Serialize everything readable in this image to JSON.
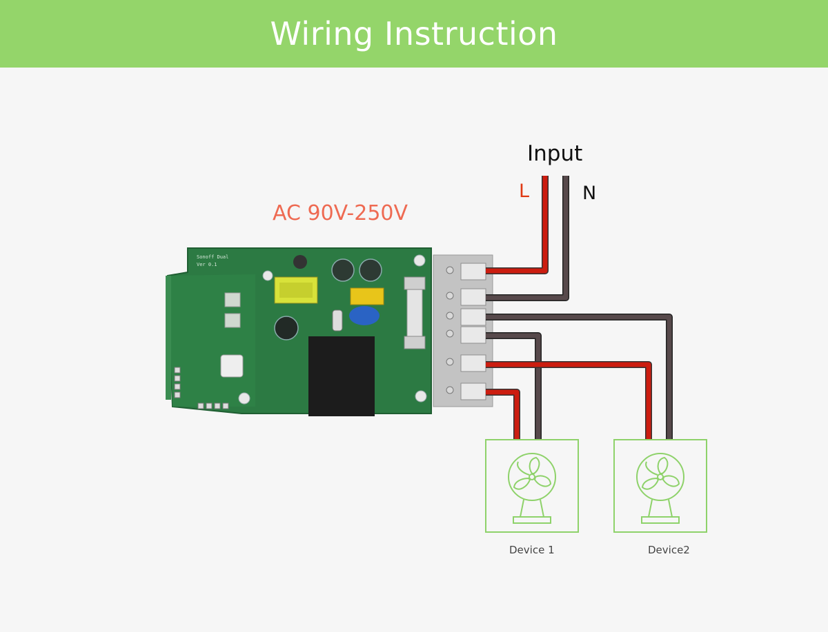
{
  "header": {
    "title": "Wiring Instruction"
  },
  "labels": {
    "voltage": "AC 90V-250V",
    "input": "Input",
    "live": "L",
    "neutral": "N"
  },
  "board": {
    "silk_name": "Sonoff Dual",
    "silk_version": "Ver 0.1"
  },
  "devices": [
    {
      "label": "Device 1"
    },
    {
      "label": "Device2"
    }
  ],
  "colors": {
    "header_bg": "#94d56a",
    "live_wire": "#cc1d10",
    "neutral_wire": "#57494b",
    "device_outline": "#8ed26a",
    "pcb": "#2c7a43",
    "voltage_text": "#ee6a52"
  }
}
